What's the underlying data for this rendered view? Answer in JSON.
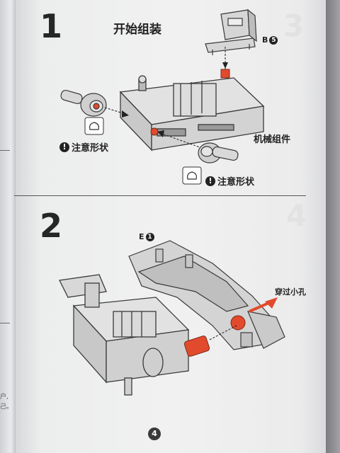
{
  "page": {
    "number": "4"
  },
  "step1": {
    "number": "1",
    "title": "开始组装",
    "part_ref": {
      "letter": "B",
      "num": "5"
    },
    "component_label": "机械组件",
    "warning_left": "注意形状",
    "warning_right": "注意形状",
    "warning_badge": "!"
  },
  "step2": {
    "number": "2",
    "part_ref": {
      "letter": "E",
      "num": "1"
    },
    "pass_label": "穿过小孔"
  },
  "ghost_marks": [
    "3",
    "4"
  ],
  "left_page_snippets": [
    "户,",
    "己。"
  ],
  "colors": {
    "accent_red": "#e24a2d",
    "ink": "#222222",
    "part_gray": "#d0d0d0",
    "part_outline": "#3a3a3a"
  }
}
